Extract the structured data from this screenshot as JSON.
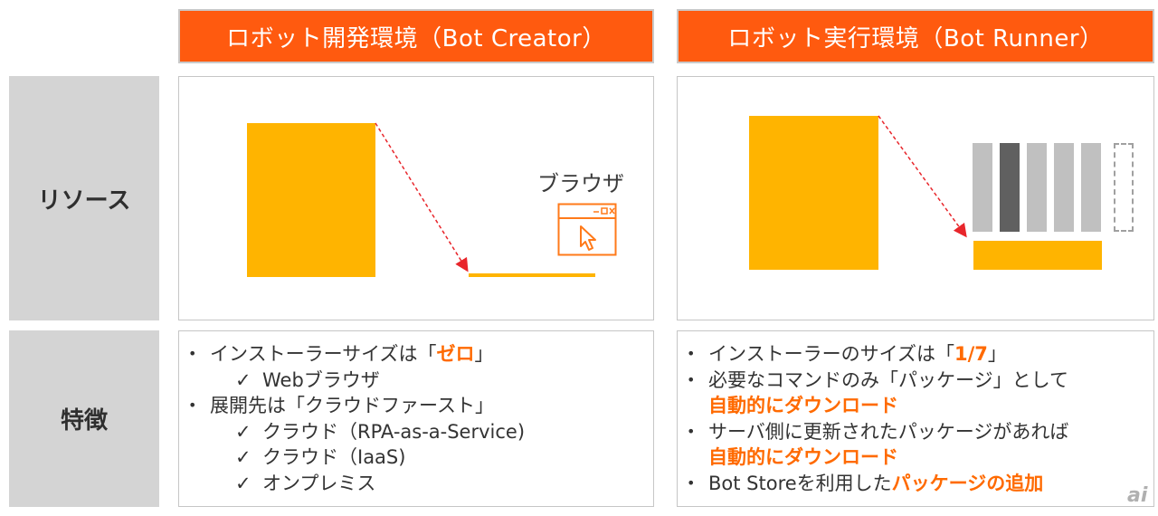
{
  "headers": {
    "creator": "ロボット開発環境（Bot Creator）",
    "runner": "ロボット実行環境（Bot Runner）"
  },
  "rows": {
    "resource": "リソース",
    "features": "特徴"
  },
  "diagram": {
    "browser_label": "ブラウザ"
  },
  "creator_features": {
    "item1_prefix": "インストーラーサイズは「",
    "item1_highlight": "ゼロ",
    "item1_suffix": "」",
    "item1_sub1": "Webブラウザ",
    "item2": "展開先は「クラウドファースト」",
    "item2_sub1": "クラウド（RPA-as-a-Service)",
    "item2_sub2": "クラウド（IaaS)",
    "item2_sub3": "オンプレミス"
  },
  "runner_features": {
    "item1_prefix": "インストーラーのサイズは「",
    "item1_highlight": "1/7",
    "item1_suffix": "」",
    "item2_line1": "必要なコマンドのみ「パッケージ」として",
    "item2_highlight": "自動的にダウンロード",
    "item3_line1": "サーバ側に更新されたパッケージがあれば",
    "item3_highlight": "自動的にダウンロード",
    "item4_prefix": "Bot Storeを利用した",
    "item4_highlight": "パッケージの追加"
  },
  "check_mark": "✓",
  "bullet": "•",
  "watermark": "ai",
  "colors": {
    "header_bg": "#ff5a0f",
    "accent_yellow": "#ffb400",
    "highlight_text": "#ff6a00",
    "row_label_bg": "#d4d4d4"
  }
}
